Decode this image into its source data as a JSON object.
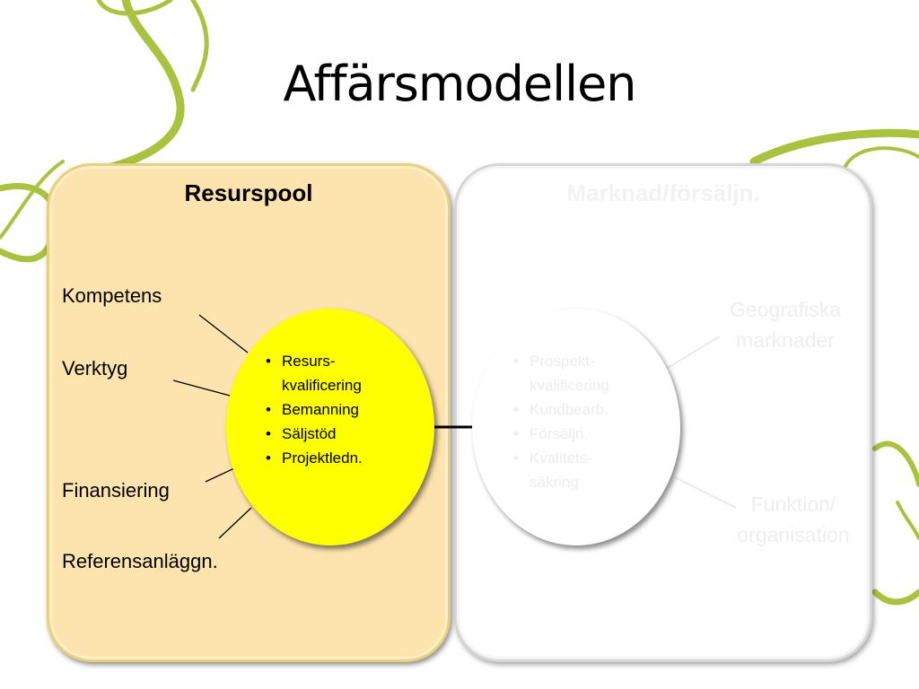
{
  "title": "Affärsmodellen",
  "left_panel": {
    "heading": "Resurspool",
    "labels": [
      "Kompetens",
      "Verktyg",
      "Finansiering",
      "Referensanläggn."
    ],
    "circle_items": [
      "Resurs-\nkvalificering",
      "Bemanning",
      "Säljstöd",
      "Projektledn."
    ]
  },
  "right_panel": {
    "heading": "Marknad/försäljn.",
    "labels": [
      "Geografiska\nmarknader",
      "Funktion/\norganisation"
    ],
    "circle_items": [
      "Prospekt-\nkvalificering",
      "Kundbearb.",
      "Försäljn.",
      "Kvalitets-\nsäkring"
    ]
  },
  "colors": {
    "left_panel": "#fde3ad",
    "left_circle": "#ffff00",
    "decoration_green": "#a9c23f"
  }
}
